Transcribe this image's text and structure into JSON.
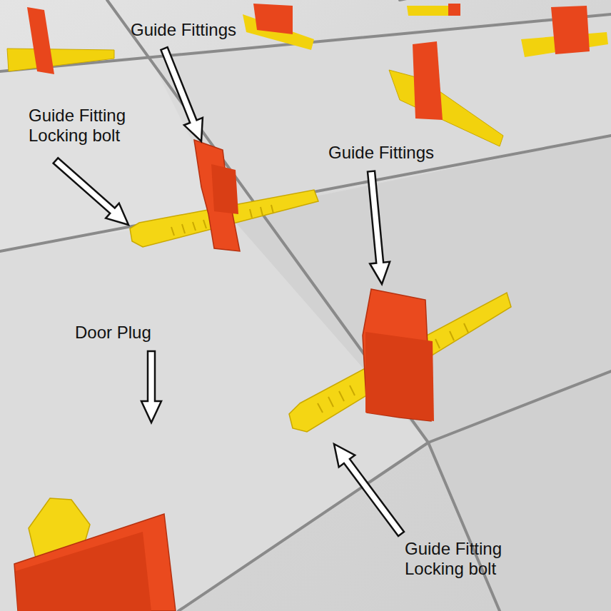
{
  "diagram": {
    "labels": [
      "Guide Fittings",
      "Guide Fitting Locking bolt",
      "Guide Fittings",
      "Door Plug",
      "Guide Fitting Locking bolt"
    ]
  }
}
